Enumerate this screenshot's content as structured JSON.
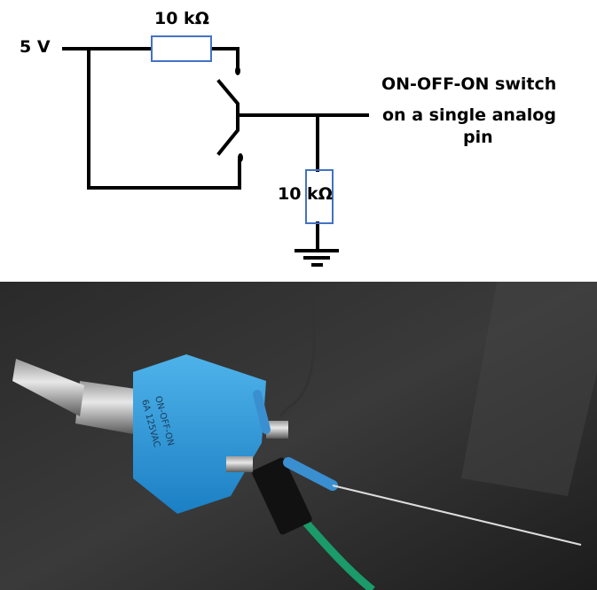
{
  "diagram": {
    "supply_label": "5 V",
    "resistor_top_label": "10 kΩ",
    "resistor_bottom_label": "10 kΩ",
    "title_line1": "ON-OFF-ON switch",
    "title_line2": "on a single analog",
    "title_line3": "pin",
    "resistor_outline_color": "#4472c4"
  },
  "photo": {
    "switch_marking_1": "ON-OFF-ON",
    "switch_marking_2": "6A 125VAC"
  }
}
